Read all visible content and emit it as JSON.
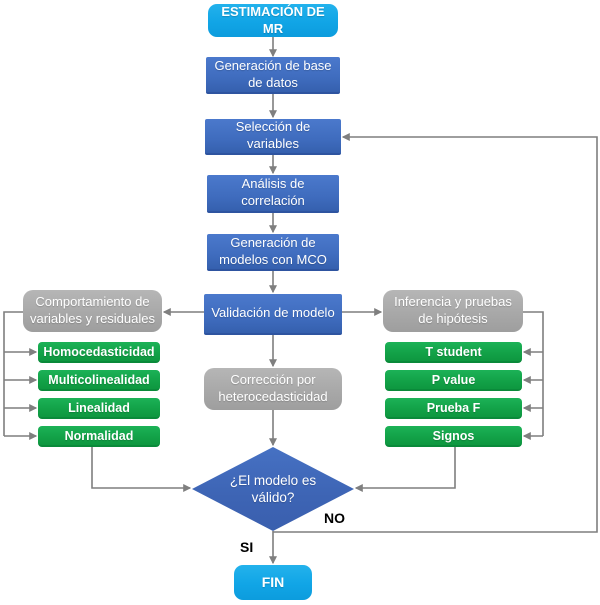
{
  "flowchart": {
    "start": {
      "label": "ESTIMACIÓN DE MR"
    },
    "steps": {
      "generacion_base": "Generación de base de datos",
      "seleccion_variables": "Selección de variables",
      "analisis_correlacion": "Análisis de correlación",
      "generacion_modelos": "Generación de modelos con MCO",
      "validacion_modelo": "Validación de modelo",
      "correccion_heterocedasticidad": "Corrección por heterocedasticidad"
    },
    "left_group": {
      "header": "Comportamiento de variables y residuales",
      "items": [
        "Homocedasticidad",
        "Multicolinealidad",
        "Linealidad",
        "Normalidad"
      ]
    },
    "right_group": {
      "header": "Inferencia y pruebas de hipótesis",
      "items": [
        "T student",
        "P value",
        "Prueba F",
        "Signos"
      ]
    },
    "decision": {
      "label": "¿El modelo es válido?",
      "no_label": "NO",
      "yes_label": "SI"
    },
    "end": {
      "label": "FIN"
    },
    "colors": {
      "terminal_cyan": "#14A7E6",
      "process_blue": "#4170C4",
      "group_gray": "#A9A9A9",
      "check_green": "#14A44A",
      "decision_blue": "#3F68B8",
      "connector_gray": "#7F7F7F",
      "node_text": "#FFFFFF",
      "branch_label_text": "#000000"
    }
  }
}
